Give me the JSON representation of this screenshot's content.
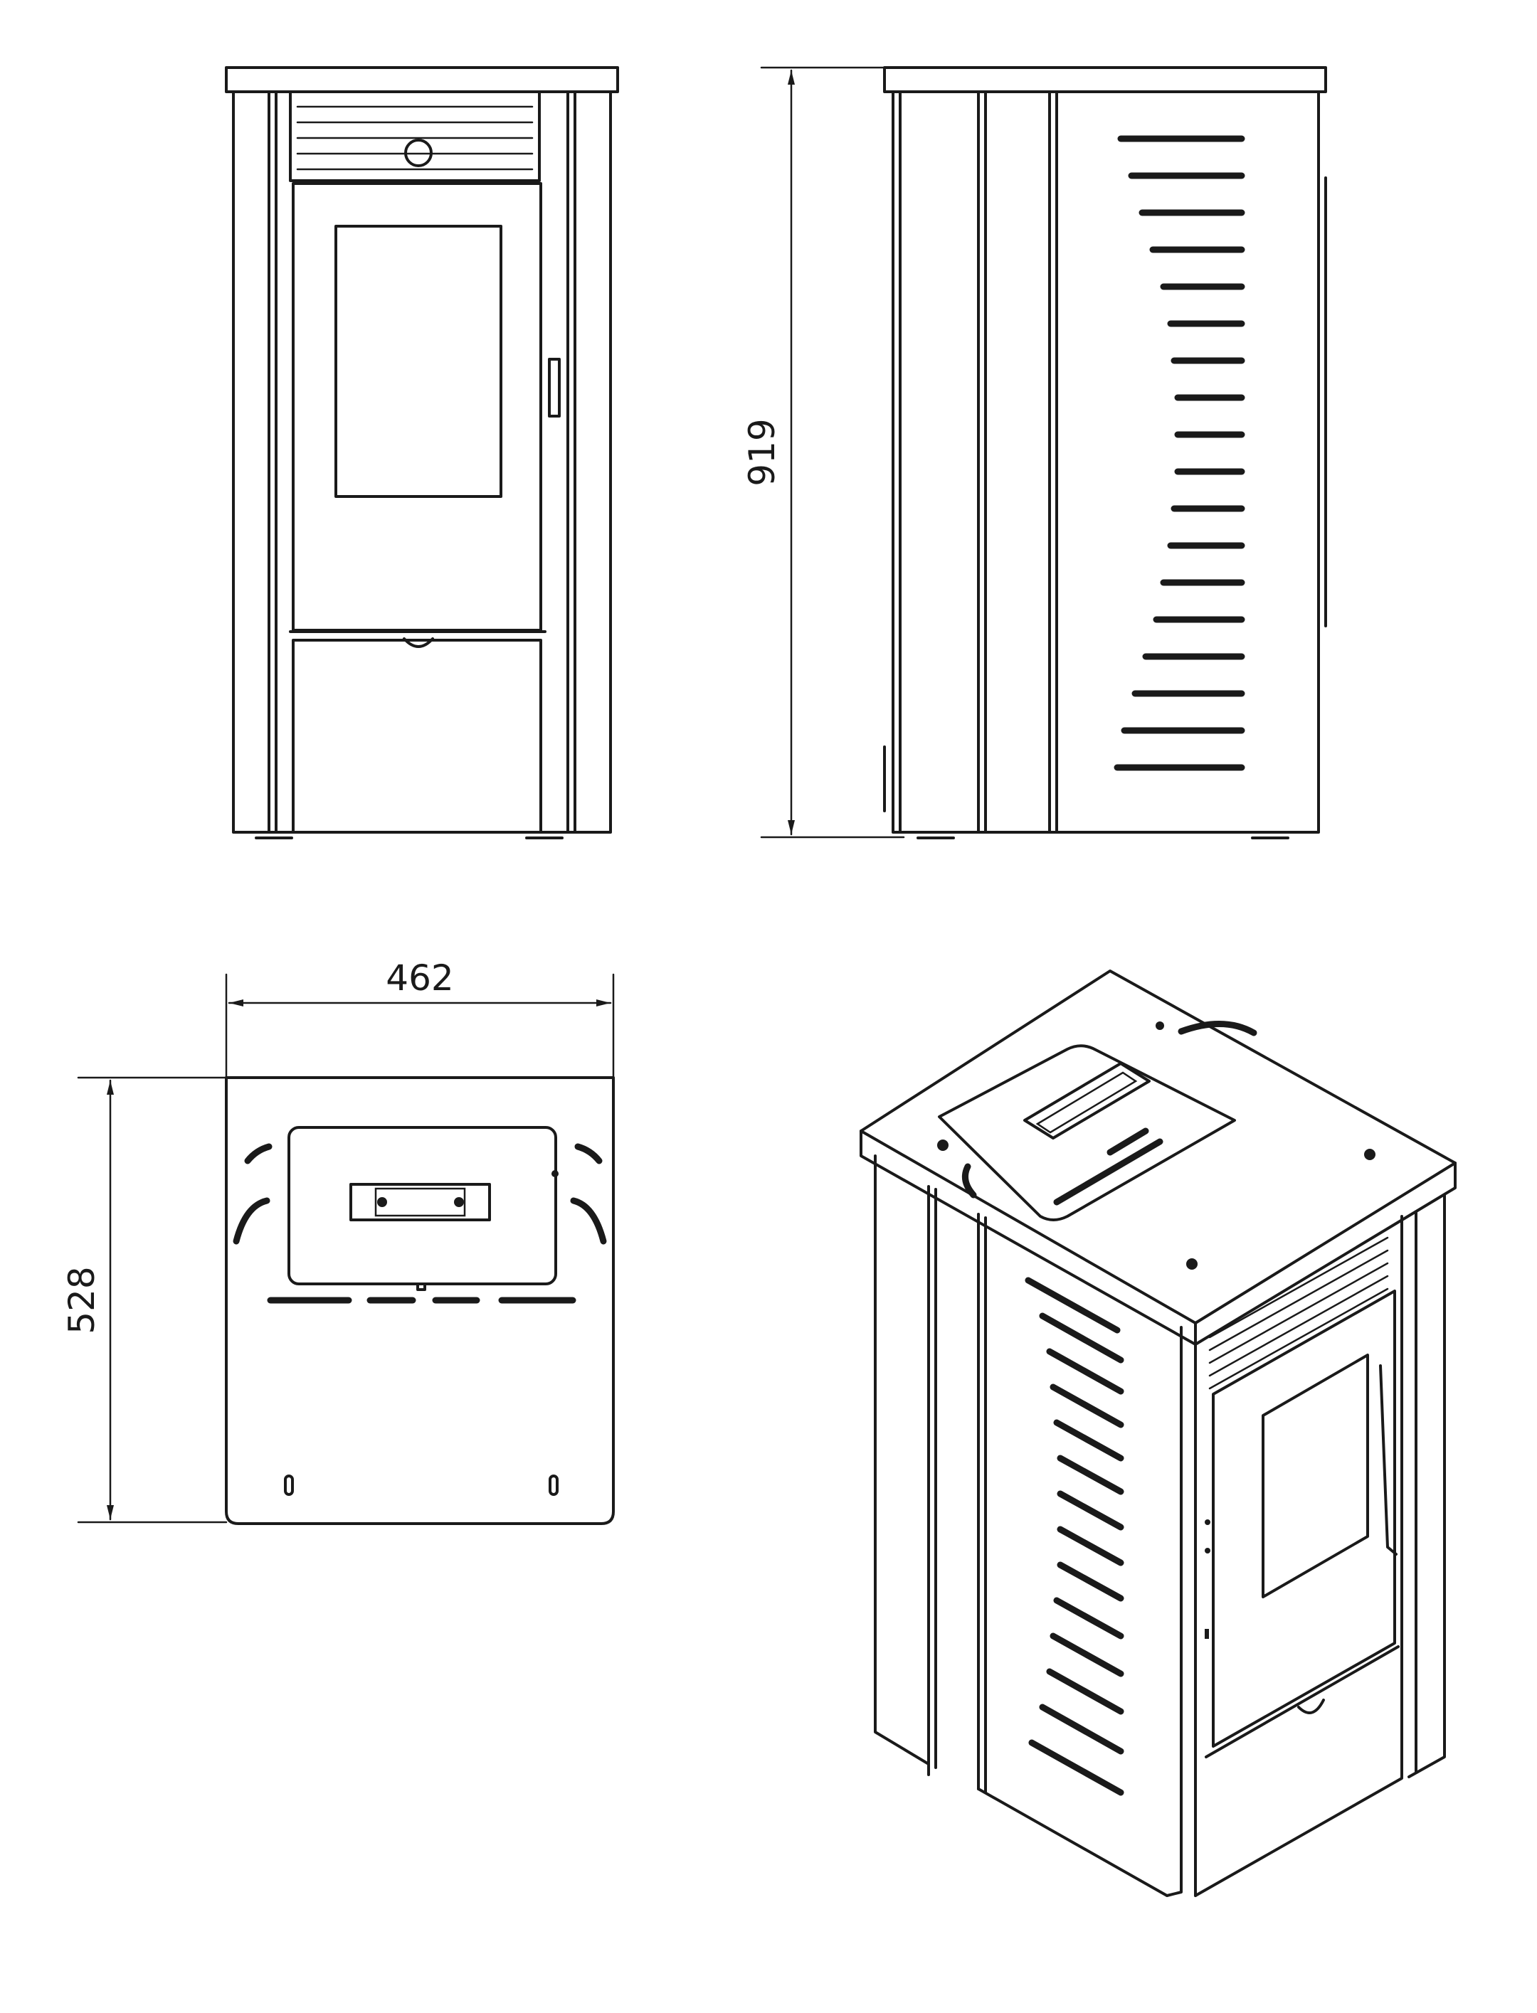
{
  "dimensions": {
    "height": "919",
    "width": "462",
    "depth": "528"
  },
  "colors": {
    "line": "#1a1a1a",
    "background": "#ffffff"
  }
}
